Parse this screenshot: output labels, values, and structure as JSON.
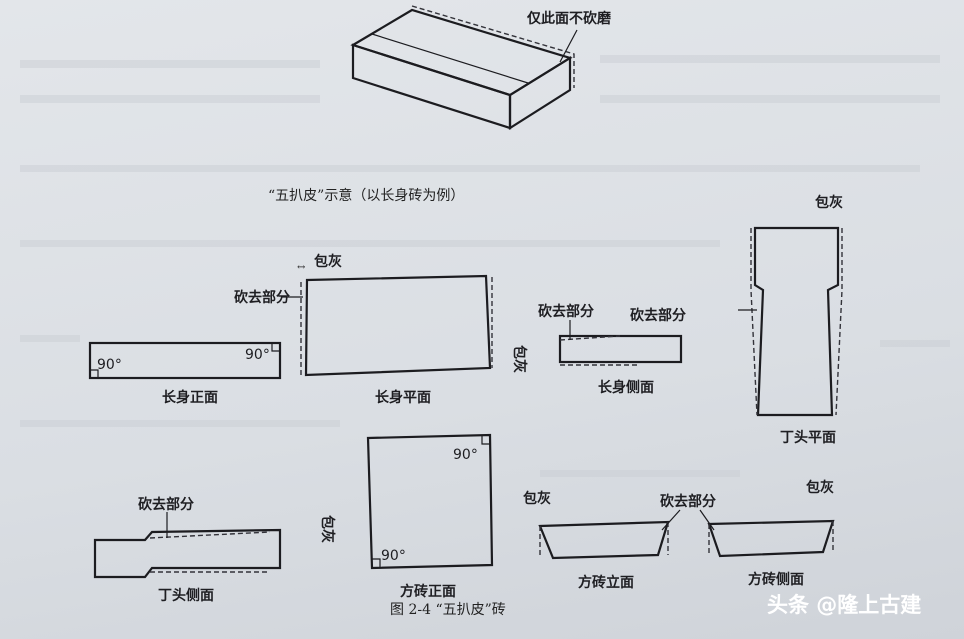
{
  "top_label": "仅此面不砍磨",
  "subtitle": "“五扒皮”示意（以长身砖为例）",
  "labels": {
    "baohui": "包灰",
    "kanqu": "砍去部分",
    "deg90": "90°"
  },
  "views": {
    "changshen_front": "长身正面",
    "changshen_plan": "长身平面",
    "changshen_side": "长身侧面",
    "dingtou_plan": "丁头平面",
    "dingtou_side": "丁头侧面",
    "fangzhuan_front": "方砖正面",
    "fangzhuan_elev": "方砖立面",
    "fangzhuan_side": "方砖侧面"
  },
  "figure_caption": "图 2-4    “五扒皮”砖",
  "watermark": "头条 @隆上古建"
}
